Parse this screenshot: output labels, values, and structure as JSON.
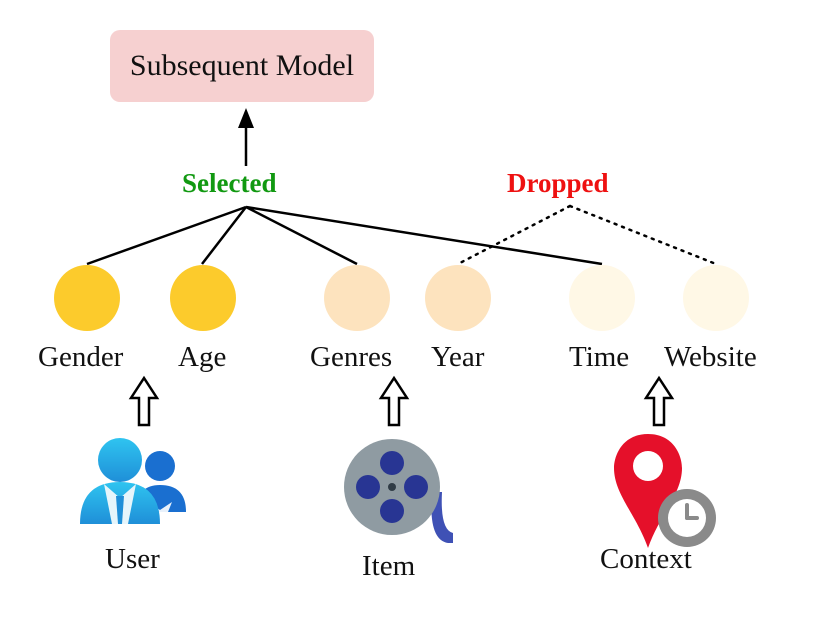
{
  "model_box": {
    "label": "Subsequent Model",
    "fill": "#f6d0d0"
  },
  "groups": {
    "selected": {
      "label": "Selected",
      "color": "#119911"
    },
    "dropped": {
      "label": "Dropped",
      "color": "#ee1111"
    }
  },
  "features": [
    {
      "id": "gender",
      "label": "Gender",
      "color": "#fccb2c",
      "status": "selected"
    },
    {
      "id": "age",
      "label": "Age",
      "color": "#fccb2c",
      "status": "selected"
    },
    {
      "id": "genres",
      "label": "Genres",
      "color": "#fde3be",
      "status": "selected"
    },
    {
      "id": "year",
      "label": "Year",
      "color": "#fde3be",
      "status": "dropped"
    },
    {
      "id": "time",
      "label": "Time",
      "color": "#fff8e6",
      "status": "selected"
    },
    {
      "id": "website",
      "label": "Website",
      "color": "#fff8e6",
      "status": "dropped"
    }
  ],
  "entities": [
    {
      "id": "user",
      "label": "User",
      "icon": "user-group-icon"
    },
    {
      "id": "item",
      "label": "Item",
      "icon": "film-reel-icon"
    },
    {
      "id": "context",
      "label": "Context",
      "icon": "location-clock-icon"
    }
  ]
}
